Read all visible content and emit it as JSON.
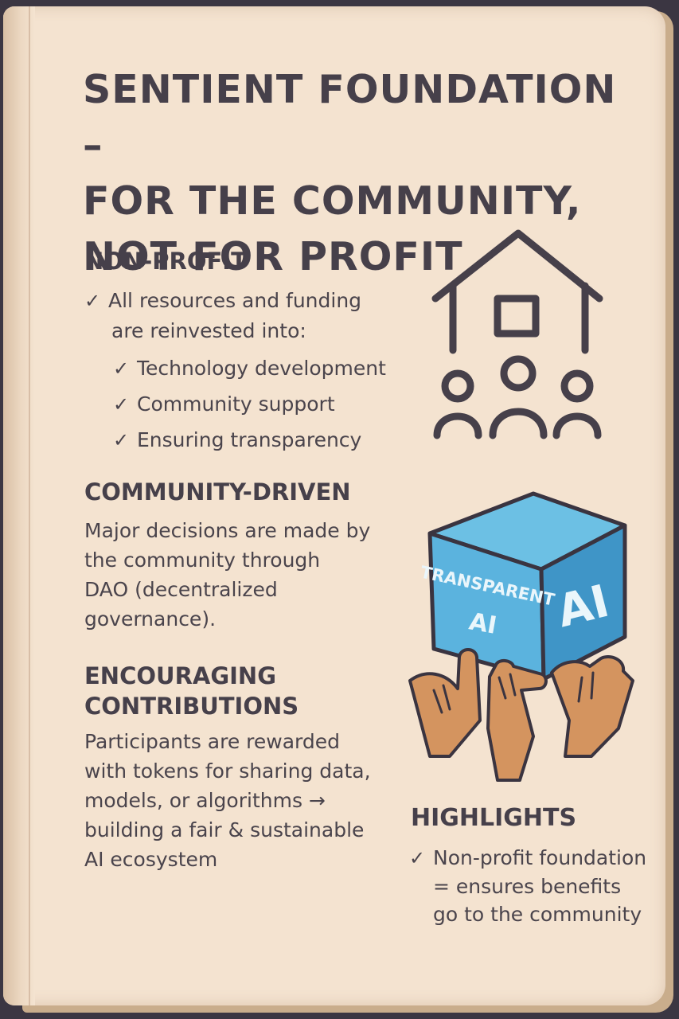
{
  "title": {
    "line1": "SENTIENT FOUNDATION –",
    "line2": "FOR THE COMMUNITY,",
    "line3": "NOT FOR PROFIT"
  },
  "nonprofit": {
    "heading": "NON-PROFIT",
    "check": "✓",
    "intro_line1": "All resources and funding",
    "intro_line2": "are reinvested into:",
    "items": [
      "Technology development",
      "Community support",
      "Ensuring transparency"
    ]
  },
  "community": {
    "heading": "COMMUNITY-DRIVEN",
    "lines": [
      "Major decisions are made by",
      "the community through",
      "DAO (decentralized",
      "governance)."
    ]
  },
  "contributions": {
    "heading_line1": "ENCOURAGING",
    "heading_line2": "CONTRIBUTIONS",
    "lines": [
      "Participants are rewarded",
      "with tokens for sharing data,",
      "models, or algorithms →",
      "building a fair & sustainable",
      "AI ecosystem"
    ]
  },
  "highlights": {
    "heading": "HIGHLIGHTS",
    "check": "✓",
    "lines": [
      "Non-profit foundation",
      "= ensures benefits",
      "go to the community"
    ]
  },
  "cube": {
    "front_line1": "TRANSPARENT",
    "front_line2": "AI",
    "side_label": "AI"
  },
  "colors": {
    "page": "#f4e3d0",
    "ink": "#46404a",
    "cube_top": "#6cc0e4",
    "cube_front": "#5bb3de",
    "cube_side": "#3f95c7",
    "hands": "#d4945f"
  },
  "icons": [
    "house-icon",
    "community-people-icon",
    "cube-icon",
    "hands-icon"
  ]
}
